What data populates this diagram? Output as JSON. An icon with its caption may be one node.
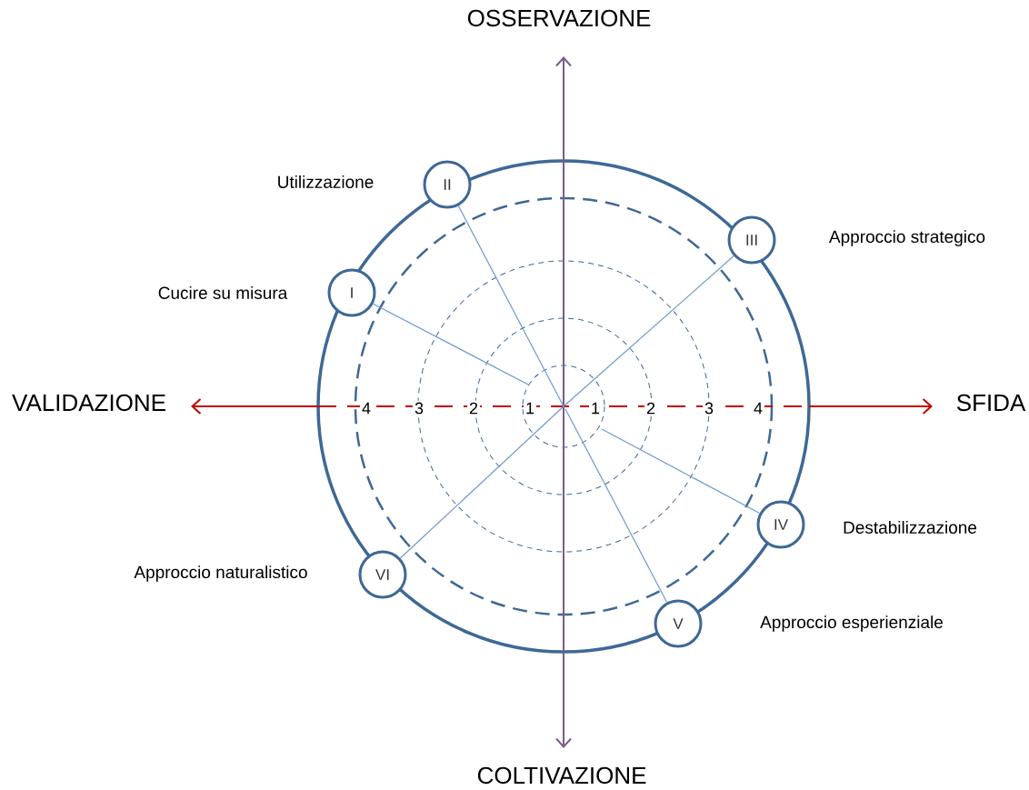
{
  "diagram": {
    "nodes": [
      {
        "text": [
          "II"
        ],
        "beside": [
          "Utilizzazione"
        ]
      },
      {
        "text": [
          "III"
        ],
        "beside": [
          "Approccio strategico"
        ]
      },
      {
        "text": [
          "I"
        ],
        "beside": [
          "Cucire su misura"
        ]
      },
      {
        "text": [
          "IV"
        ],
        "beside": [
          "Destabilizzazione"
        ]
      },
      {
        "text": [
          "VI"
        ],
        "beside": [
          "Approccio naturalistico"
        ]
      },
      {
        "text": [
          "V"
        ],
        "beside": [
          "Approccio esperienziale"
        ]
      }
    ],
    "edges": [
      {
        "from": 0,
        "to": null,
        "arrow": "none"
      },
      {
        "from": 1,
        "to": null,
        "arrow": "none"
      },
      {
        "from": 2,
        "to": null,
        "arrow": "none"
      },
      {
        "from": 3,
        "to": null,
        "arrow": "none"
      },
      {
        "from": 4,
        "to": null,
        "arrow": "none"
      },
      {
        "from": 5,
        "to": null,
        "arrow": "none"
      }
    ],
    "labels": [
      "OSSERVAZIONE",
      "VALIDAZIONE",
      "4",
      "3",
      "2",
      "1",
      "1",
      "2",
      "3",
      "4",
      "SFIDA",
      "COLTIVAZIONE"
    ]
  }
}
